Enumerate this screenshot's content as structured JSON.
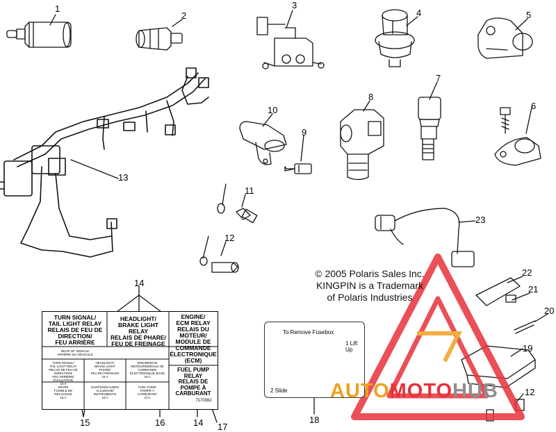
{
  "callouts": {
    "c1": "1",
    "c2": "2",
    "c3": "3",
    "c4": "4",
    "c5": "5",
    "c6": "6",
    "c7": "7",
    "c8": "8",
    "c9": "9",
    "c10": "10",
    "c11": "11",
    "c12a": "12",
    "c12b": "12",
    "c13": "13",
    "c14a": "14",
    "c14b": "14",
    "c15": "15",
    "c16": "16",
    "c17": "17",
    "c18": "18",
    "c19": "19",
    "c20": "20",
    "c21": "21",
    "c22": "22",
    "c23": "23"
  },
  "copyright": {
    "line1": "© 2005 Polaris Sales Inc.",
    "line2": "KINGPIN is a Trademark",
    "line3": "of Polaris Industries"
  },
  "relay_label": {
    "turn_signal": "TURN SIGNAL/\nTAIL LIGHT RELAY\nRELAIS DE FEU DE\nDIRECTION/\nFEU ARRIÈRE",
    "headlight": "HEADLIGHT/\nBRAKE LIGHT RELAY\nRELAIS DE PHARE/\nFEU DE FREINAGE",
    "engine": "ENGINE/\nECM RELAY\nRELAIS DU MOTEUR/\nMODULE DE\nCOMMANDE\nÉLECTRONIQUE (ECM)",
    "rear_vehicle": "REAR OF VEHICLE\nARRIÈRE DU VÉHICULE",
    "fuse_turn": "TURN SIGNAL/\nTAIL LIGHT RELAY\nRELAIS DE FEU DE DIRECTION/\nFEU ARRIÈRE/ÉVALUATION\n15 A",
    "fuse_head": "HEADLIGHT/\nBRAKE LIGHT\nPHARE/\nFEU DE FREINAGE\n15 A",
    "fuse_engine": "ENGINE/ECM\nMOTEUR/MODULE DE\nCOMMANDE\nÉLECTRONIQUE (ECM)\n15 A",
    "fuel_relay": "FUEL PUMP\nRELAY\nRELAIS DE POMPE À\nCARBURANT",
    "fuse_spare": "SPARE\nFUSIBLE DE\nRECHANGE\n15 A",
    "fuse_ign": "IGNITION/GAUGES\nALLUMAGE/\nINSTRUMENTS\n15 A",
    "fuse_fuel": "FUEL PUMP\nPOMPE À\nCARBURANT\n10 A",
    "part_no": "7170362"
  },
  "fuse_card": {
    "title": "To Remove Fusebox",
    "step1": "1  Lift Up",
    "step2": "2  Slide"
  },
  "watermark": {
    "auto": "AUTO",
    "moto": "MOTO",
    "hub": "HUB",
    "colors": {
      "red": "#e8313a",
      "orange": "#f0a020",
      "gray": "#8e8e8e"
    }
  }
}
